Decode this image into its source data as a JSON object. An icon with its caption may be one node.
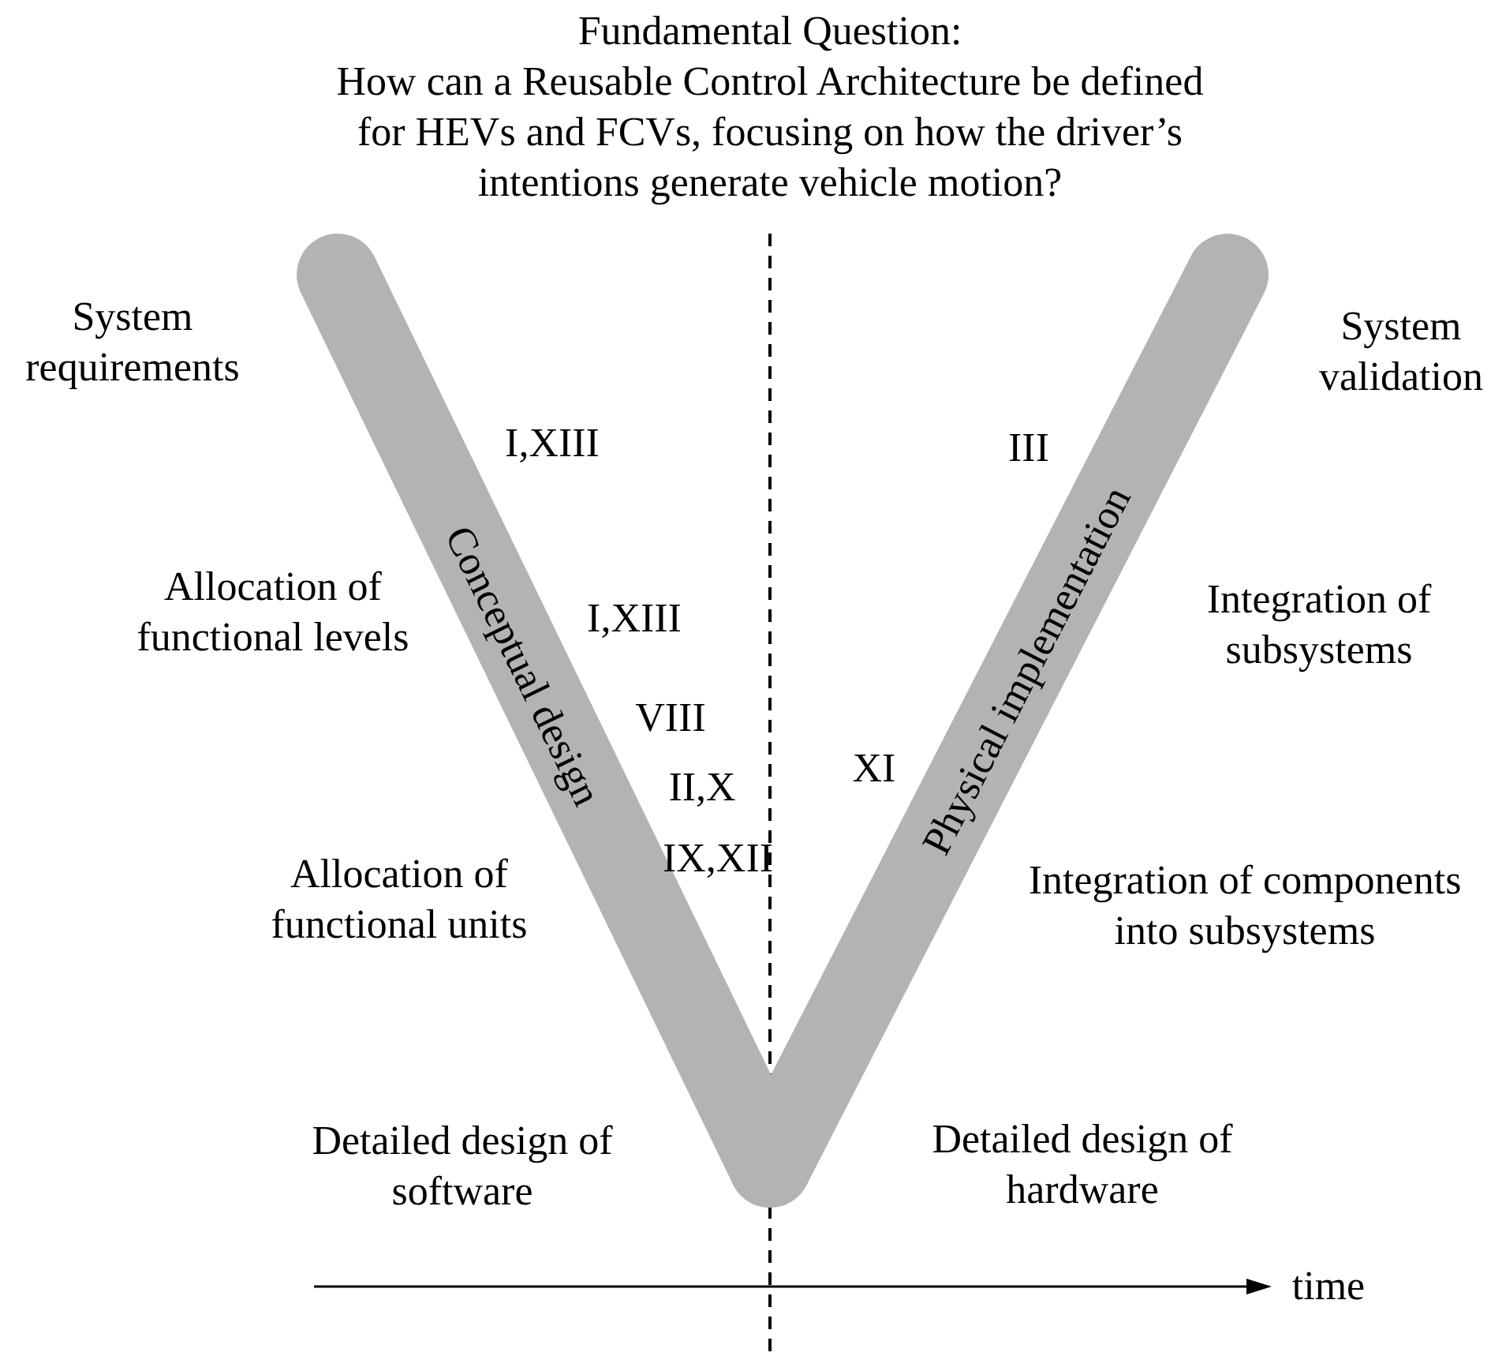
{
  "diagram": {
    "title": "Fundamental Question:",
    "nodes": [
      {
        "text": [
          "Conceptual design"
        ]
      },
      {
        "text": [
          "Physical implementation"
        ]
      }
    ],
    "edges": [],
    "labels": [
      "How can a Reusable Control Architecture be defined for HEVs and FCVs, focusing on how the driver’s intentions generate vehicle motion?",
      "System requirements",
      "I,XIII",
      "III",
      "System validation",
      "Allocation of functional levels",
      "I,XIII",
      "Integration of subsystems",
      "VIII",
      "II,X",
      "XI",
      "IX,XII",
      "Allocation of functional units",
      "Integration of components into subsystems",
      "Detailed design of software",
      "Detailed design of hardware",
      "time"
    ]
  }
}
